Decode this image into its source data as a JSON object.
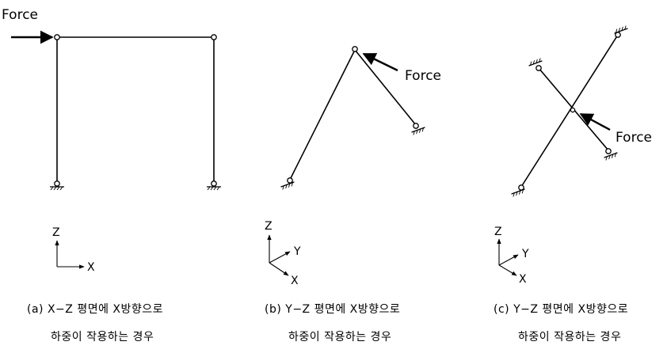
{
  "labels": {
    "force_a": "Force",
    "force_b": "Force",
    "force_c": "Force"
  },
  "axes": {
    "a": {
      "z": "Z",
      "x": "X"
    },
    "b": {
      "z": "Z",
      "y": "Y",
      "x": "X"
    },
    "c": {
      "z": "Z",
      "y": "Y",
      "x": "X"
    }
  },
  "captions": {
    "a": {
      "line1": "(a)  X−Z  평면에  X방향으로",
      "line2": "하중이  작용하는  경우"
    },
    "b": {
      "line1": "(b)  Y−Z  평면에  X방향으로",
      "line2": "하중이  작용하는  경우"
    },
    "c": {
      "line1": "(c)  Y−Z  평면에  X방향으로",
      "line2": "하중이  작용하는  경우"
    }
  }
}
